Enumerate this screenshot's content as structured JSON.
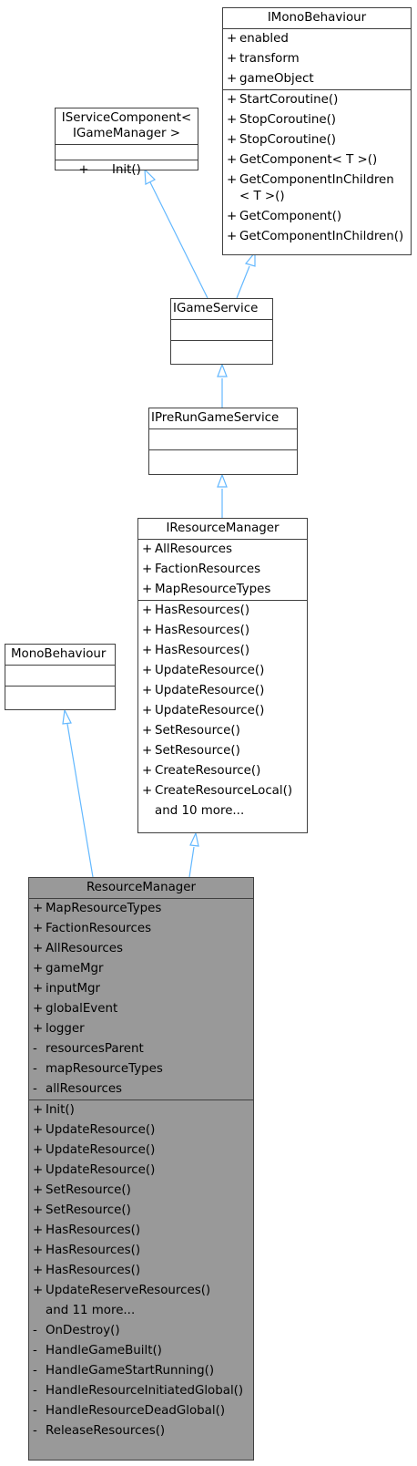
{
  "colors": {
    "edge": "#63B8FF",
    "box_border": "#404040",
    "main_fill": "#999999"
  },
  "classes": {
    "imono": {
      "name": "IMonoBehaviour",
      "attributes": [
        {
          "sym": "+",
          "text": "enabled"
        },
        {
          "sym": "+",
          "text": "transform"
        },
        {
          "sym": "+",
          "text": "gameObject"
        }
      ],
      "methods": [
        {
          "sym": "+",
          "text": "StartCoroutine()"
        },
        {
          "sym": "+",
          "text": "StopCoroutine()"
        },
        {
          "sym": "+",
          "text": "StopCoroutine()"
        },
        {
          "sym": "+",
          "text": "GetComponent< T >()"
        },
        {
          "sym": "+",
          "text": "GetComponentInChildren",
          "cont": "< T >()"
        },
        {
          "sym": "+",
          "text": "GetComponent()"
        },
        {
          "sym": "+",
          "text": "GetComponentInChildren()"
        }
      ]
    },
    "iservice": {
      "name_line1": "IServiceComponent<",
      "name_line2": "IGameManager >",
      "methods": [
        {
          "sym": "+",
          "text": "Init()"
        }
      ]
    },
    "igameservice": {
      "name": "IGameService"
    },
    "iprerun": {
      "name": "IPreRunGameService"
    },
    "iresource": {
      "name": "IResourceManager",
      "attributes": [
        {
          "sym": "+",
          "text": "AllResources"
        },
        {
          "sym": "+",
          "text": "FactionResources"
        },
        {
          "sym": "+",
          "text": "MapResourceTypes"
        }
      ],
      "methods": [
        {
          "sym": "+",
          "text": "HasResources()"
        },
        {
          "sym": "+",
          "text": "HasResources()"
        },
        {
          "sym": "+",
          "text": "HasResources()"
        },
        {
          "sym": "+",
          "text": "UpdateResource()"
        },
        {
          "sym": "+",
          "text": "UpdateResource()"
        },
        {
          "sym": "+",
          "text": "UpdateResource()"
        },
        {
          "sym": "+",
          "text": "SetResource()"
        },
        {
          "sym": "+",
          "text": "SetResource()"
        },
        {
          "sym": "+",
          "text": "CreateResource()"
        },
        {
          "sym": "+",
          "text": "CreateResourceLocal()"
        }
      ],
      "more": "and 10 more..."
    },
    "monobehaviour": {
      "name": "MonoBehaviour"
    },
    "resourcemanager": {
      "name": "ResourceManager",
      "attributes": [
        {
          "sym": "+",
          "text": "MapResourceTypes"
        },
        {
          "sym": "+",
          "text": "FactionResources"
        },
        {
          "sym": "+",
          "text": "AllResources"
        },
        {
          "sym": "+",
          "text": "gameMgr"
        },
        {
          "sym": "+",
          "text": "inputMgr"
        },
        {
          "sym": "+",
          "text": "globalEvent"
        },
        {
          "sym": "+",
          "text": "logger"
        },
        {
          "sym": "-",
          "text": "resourcesParent"
        },
        {
          "sym": "-",
          "text": "mapResourceTypes"
        },
        {
          "sym": "-",
          "text": "allResources"
        }
      ],
      "public_methods": [
        {
          "sym": "+",
          "text": "Init()"
        },
        {
          "sym": "+",
          "text": "UpdateResource()"
        },
        {
          "sym": "+",
          "text": "UpdateResource()"
        },
        {
          "sym": "+",
          "text": "UpdateResource()"
        },
        {
          "sym": "+",
          "text": "SetResource()"
        },
        {
          "sym": "+",
          "text": "SetResource()"
        },
        {
          "sym": "+",
          "text": "HasResources()"
        },
        {
          "sym": "+",
          "text": "HasResources()"
        },
        {
          "sym": "+",
          "text": "HasResources()"
        },
        {
          "sym": "+",
          "text": "UpdateReserveResources()"
        }
      ],
      "more": "and 11 more...",
      "private_methods": [
        {
          "sym": "-",
          "text": "OnDestroy()"
        },
        {
          "sym": "-",
          "text": "HandleGameBuilt()"
        },
        {
          "sym": "-",
          "text": "HandleGameStartRunning()"
        },
        {
          "sym": "-",
          "text": "HandleResourceInitiatedGlobal()"
        },
        {
          "sym": "-",
          "text": "HandleResourceDeadGlobal()"
        },
        {
          "sym": "-",
          "text": "ReleaseResources()"
        }
      ]
    }
  }
}
